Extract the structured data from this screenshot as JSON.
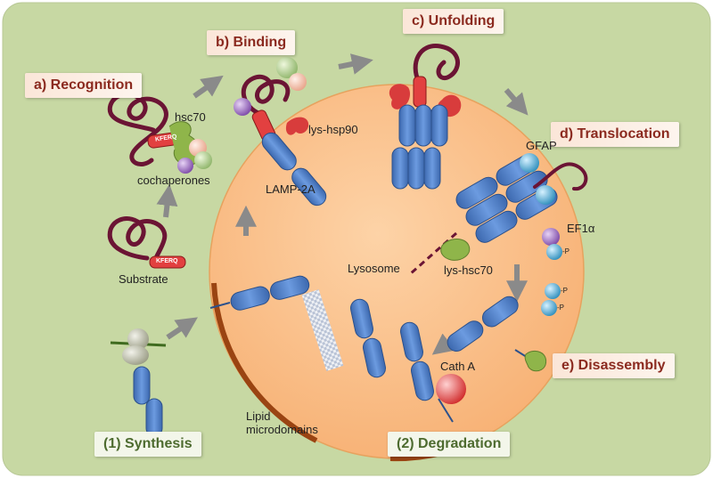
{
  "steps": {
    "recognition": "a) Recognition",
    "binding": "b) Binding",
    "unfolding": "c) Unfolding",
    "translocation": "d) Translocation",
    "disassembly": "e) Disassembly",
    "synthesis": "(1) Synthesis",
    "degradation": "(2) Degradation"
  },
  "labels": {
    "hsc70": "hsc70",
    "cochaperones": "cochaperones",
    "substrate": "Substrate",
    "lamp2a": "LAMP-2A",
    "lys_hsp90": "lys-hsp90",
    "gfap": "GFAP",
    "ef1a": "EF1α",
    "lysosome": "Lysosome",
    "lys_hsc70": "lys-hsc70",
    "cath_a": "Cath A",
    "lipid_microdomains_1": "Lipid",
    "lipid_microdomains_2": "microdomains",
    "phospho": "-P",
    "kferq": "KFERQ"
  },
  "colors": {
    "background": "#c7d8a3",
    "lysosome_fill": "#fbbf87",
    "membrane_domain": "#9a4412",
    "lamp_blue": "#4d7dc6",
    "substrate_chain": "#6b1434",
    "kferq_red": "#e24040",
    "hsc70_green": "#8fb54a",
    "hsp90_red": "#d83c3c",
    "gfap_teal": "#4aa3c8",
    "ef1a_purple": "#9b6ac0",
    "arrow_gray": "#8a8a8a",
    "step_title_red": "#8b2a1f",
    "step_title_green": "#4d6b2f"
  }
}
